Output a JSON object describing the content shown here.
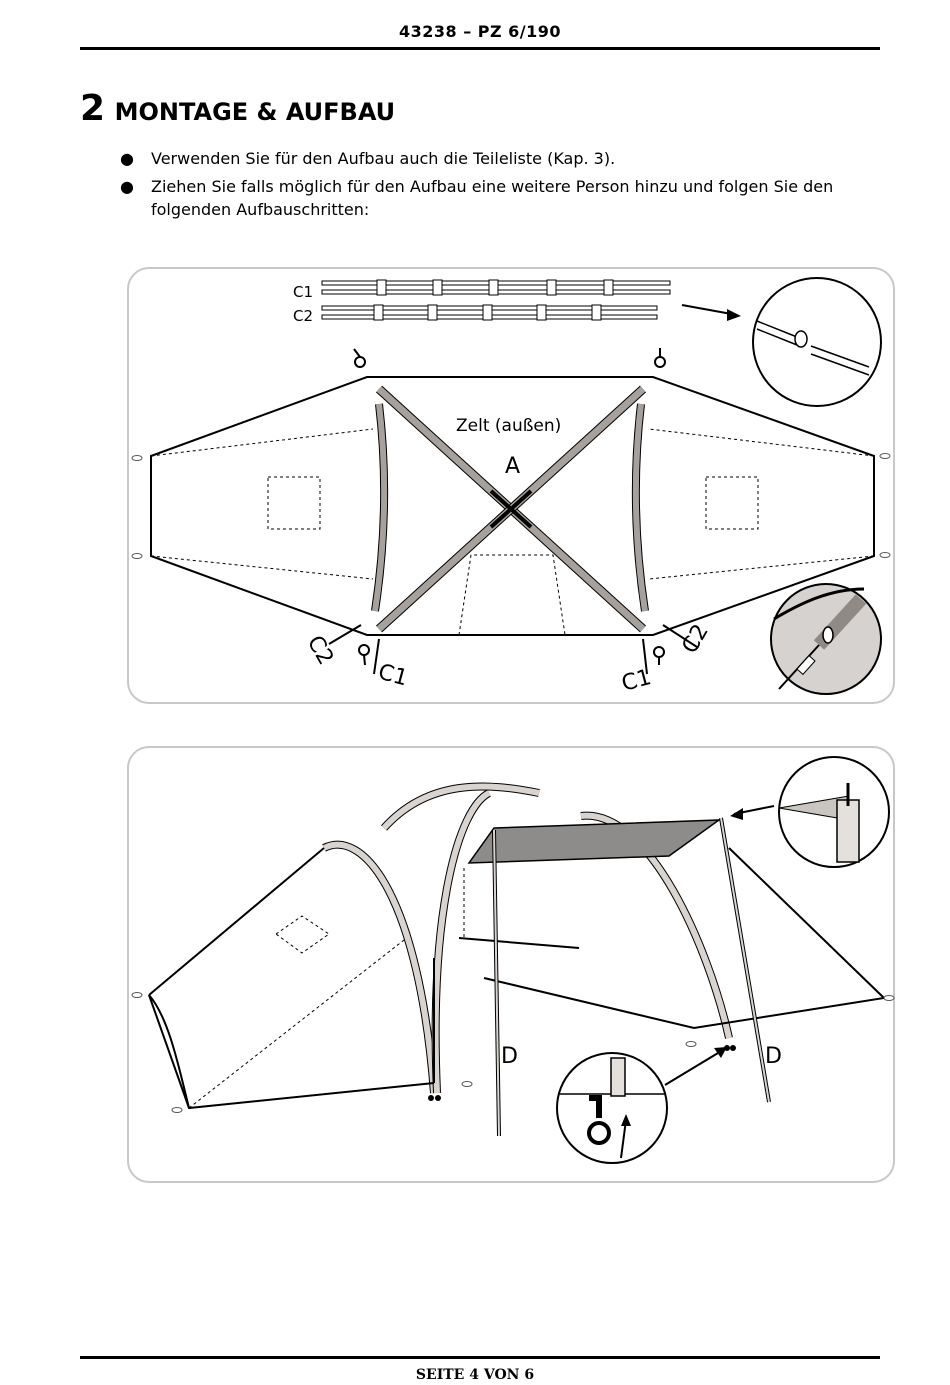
{
  "header": {
    "doc_code": "43238 – PZ 6/190"
  },
  "section": {
    "number": "2",
    "title": "MONTAGE & AUFBAU"
  },
  "bullets": [
    "Verwenden Sie für den Aufbau auch die Teileliste (Kap. 3).",
    "Ziehen Sie falls möglich für den Aufbau eine weitere Person hinzu und folgen Sie den folgenden Aufbauschritten:"
  ],
  "figure1": {
    "labels": {
      "c1_pole": "C1",
      "c2_pole": "C2",
      "tent_outer": "Zelt (außen)",
      "part_a": "A",
      "c2_left": "C2",
      "c1_left": "C1",
      "c1_right": "C1",
      "c2_right": "C2"
    }
  },
  "figure2": {
    "labels": {
      "d_left": "D",
      "d_right": "D"
    }
  },
  "footer": {
    "page": "SEITE 4 VON 6"
  }
}
